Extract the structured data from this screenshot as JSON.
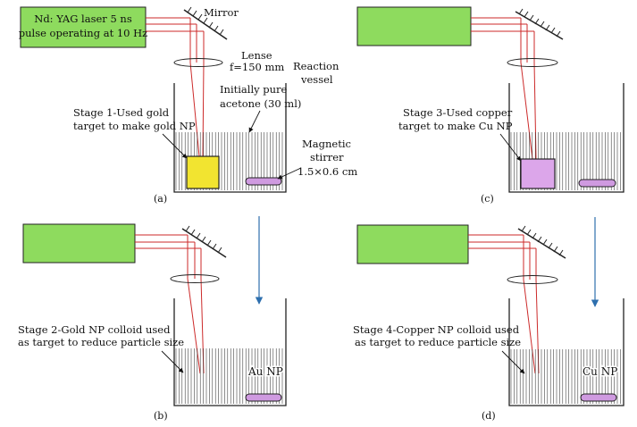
{
  "figure": {
    "panel_a": {
      "laser_label_line1": "Nd: YAG laser 5 ns",
      "laser_label_line2": "pulse operating at 10 Hz",
      "mirror_label": "Mirror",
      "lens_label_line1": "Lense",
      "lens_label_line2": "f=150 mm",
      "vessel_label_line1": "Reaction",
      "vessel_label_line2": "vessel",
      "acetone_label_line1": "Initially pure",
      "acetone_label_line2": "acetone (30 ml)",
      "stage_label_line1": "Stage 1-Used gold",
      "stage_label_line2": "target to make gold NP",
      "stirrer_label_line1": "Magnetic",
      "stirrer_label_line2": "stirrer",
      "stirrer_label_line3": "1.5×0.6 cm",
      "caption": "(a)"
    },
    "panel_b": {
      "stage_label_line1": "Stage 2-Gold NP colloid used",
      "stage_label_line2": "as target to reduce particle size",
      "np_label": "Au NP",
      "caption": "(b)"
    },
    "panel_c": {
      "stage_label_line1": "Stage 3-Used copper",
      "stage_label_line2": "target to make Cu NP",
      "caption": "(c)"
    },
    "panel_d": {
      "stage_label_line1": "Stage 4-Copper NP colloid used",
      "stage_label_line2": "as target to reduce particle size",
      "np_label": "Cu NP",
      "caption": "(d)"
    },
    "colors": {
      "laser_box": "#8edb5e",
      "gold_target": "#f2e430",
      "copper_target": "#dca6ea",
      "stirrer": "#cf9ae0",
      "beam": "#cc2a2a",
      "flow_arrow": "#2e6fae"
    }
  }
}
